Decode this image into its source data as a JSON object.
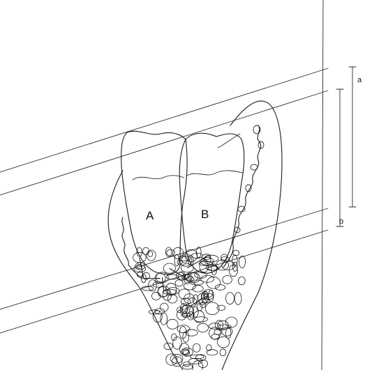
{
  "labels": {
    "tooth_a": "A",
    "tooth_b": "B",
    "dimension_a": "a",
    "dimension_b": "b"
  },
  "colors": {
    "ink": "#1a1a1a",
    "background": "#ffffff"
  }
}
